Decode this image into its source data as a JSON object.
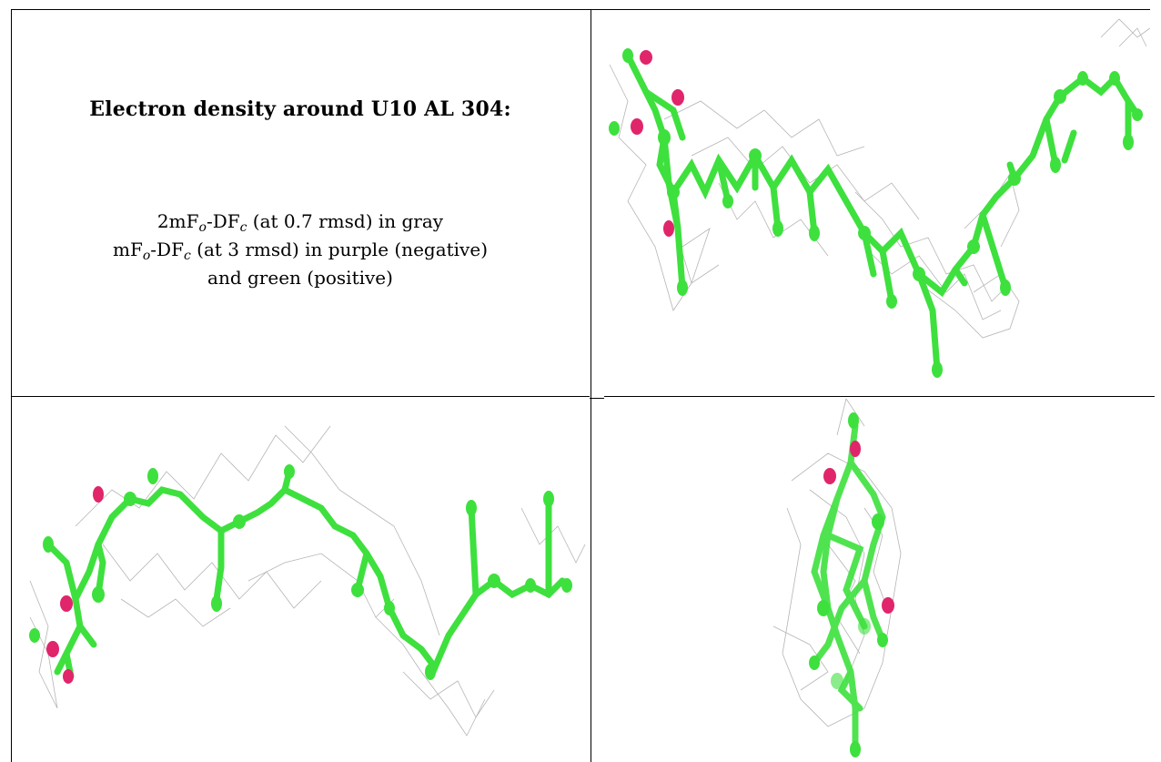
{
  "caption": {
    "title": "Electron density around U10 AL 304:",
    "line1": {
      "pre": "2mF",
      "sub1": "o",
      "mid": "-DF",
      "sub2": "c",
      "post": " (at 0.7 rmsd) in gray"
    },
    "line2": {
      "pre": "mF",
      "sub1": "o",
      "mid": "-DF",
      "sub2": "c",
      "post": " (at 3 rmsd) in purple (negative)"
    },
    "line3": "and green (positive)"
  },
  "colors": {
    "carbon": "#3ee03e",
    "oxygen": "#e0256b",
    "mesh": "#9a9a9a",
    "border": "#000000"
  },
  "panels": [
    {
      "name": "view-1",
      "icon": "molecule-render"
    },
    {
      "name": "view-2",
      "icon": "molecule-render"
    },
    {
      "name": "view-3",
      "icon": "molecule-render"
    }
  ]
}
